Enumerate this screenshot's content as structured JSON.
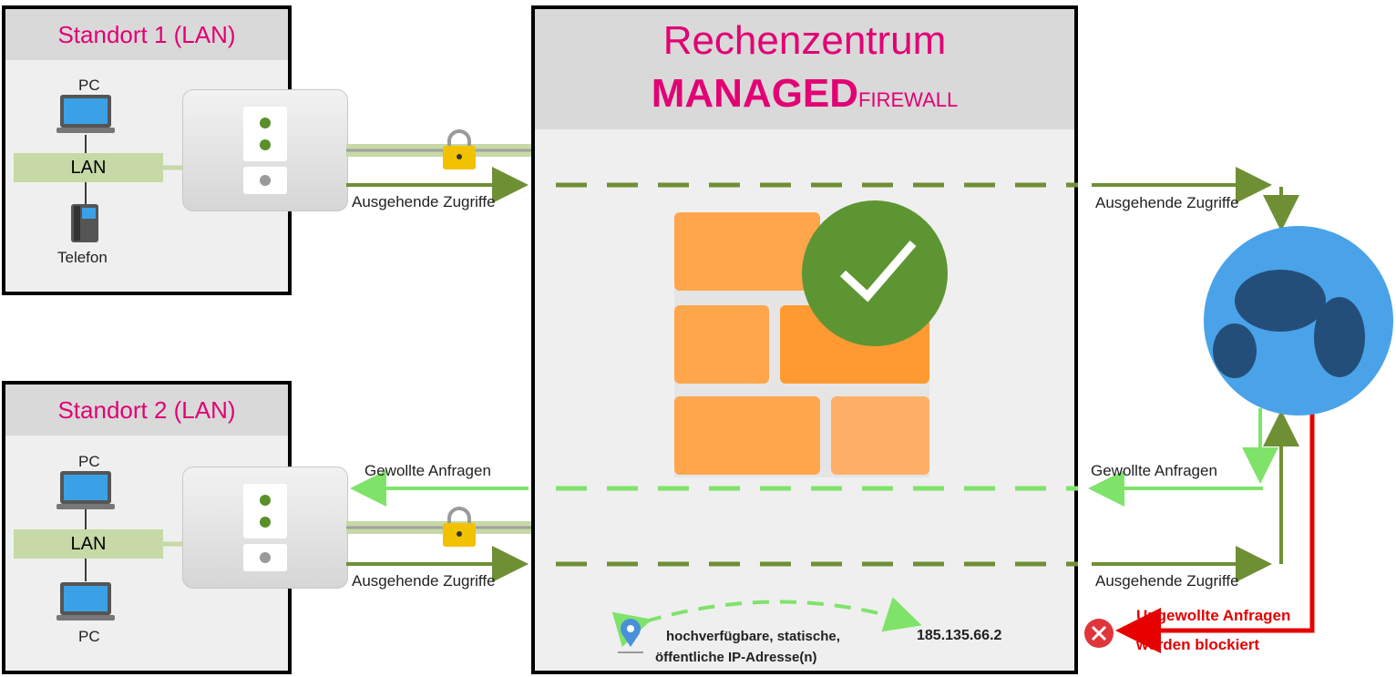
{
  "site1": {
    "title": "Standort 1 (LAN)",
    "pc": "PC",
    "lan": "LAN",
    "phone": "Telefon"
  },
  "site2": {
    "title": "Standort 2 (LAN)",
    "pc_top": "PC",
    "lan": "LAN",
    "pc_bottom": "PC"
  },
  "datacenter": {
    "title": "Rechenzentrum",
    "subtitle_main": "MANAGED",
    "subtitle_small": "FIREWALL"
  },
  "flows": {
    "outgoing": "Ausgehende Zugriffe",
    "wanted": "Gewollte Anfragen",
    "unwanted_line1": "Ungewollte Anfragen",
    "unwanted_line2": "werden blockiert"
  },
  "ip": {
    "description_line1": "hochverfügbare, statische,",
    "description_line2": "öffentliche IP-Adresse(n)",
    "address": "185.135.66.2"
  },
  "colors": {
    "brand": "#e20074",
    "dark_green": "#6f8f35",
    "light_green": "#7fe36a",
    "blocked": "#e60000",
    "brick": "#ffa64d"
  }
}
